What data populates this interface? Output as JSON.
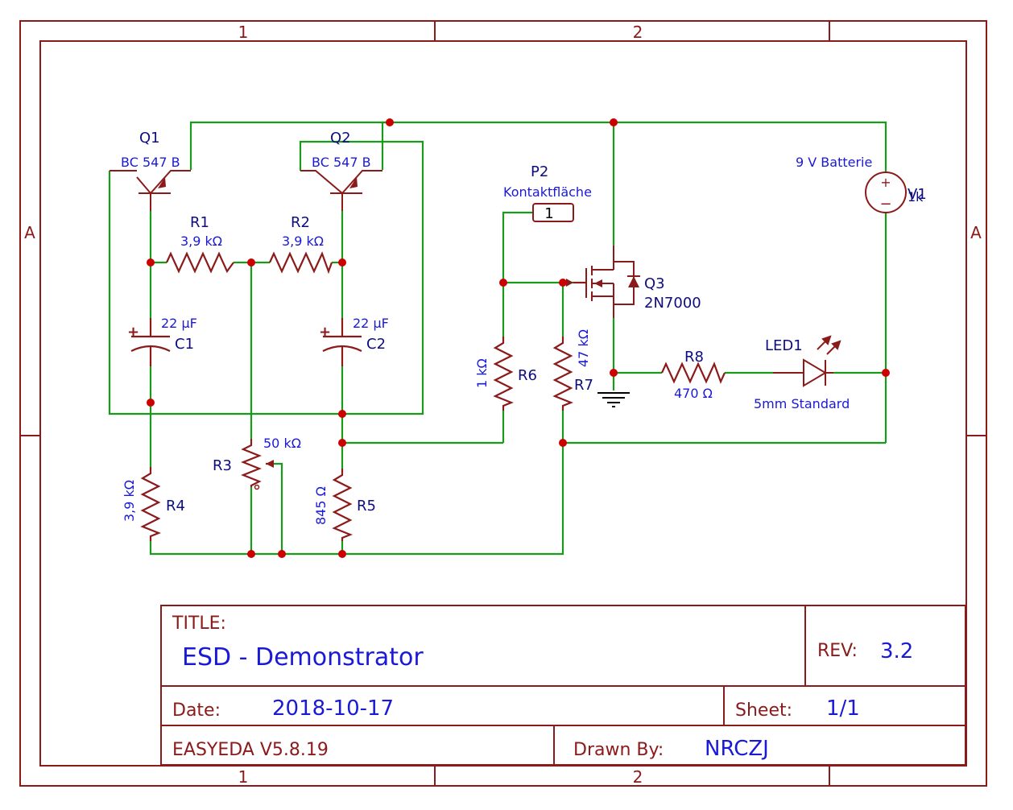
{
  "colors": {
    "frame": "#8b1a1a",
    "wire": "#1a9a1a",
    "junction": "#cc0000",
    "value_text": "#1a1ad6",
    "designator_text": "#0d0d80",
    "title_value": "#1a1ad6"
  },
  "border": {
    "cols": [
      "1",
      "2"
    ],
    "rows": [
      "A"
    ]
  },
  "components": {
    "q1": {
      "designator": "Q1",
      "value": "BC 547 B"
    },
    "q2": {
      "designator": "Q2",
      "value": "BC 547 B"
    },
    "q3": {
      "designator": "Q3",
      "value": "2N7000"
    },
    "r1": {
      "designator": "R1",
      "value": "3,9 kΩ"
    },
    "r2": {
      "designator": "R2",
      "value": "3,9 kΩ"
    },
    "r3": {
      "designator": "R3",
      "value": "50 kΩ"
    },
    "r4": {
      "designator": "R4",
      "value": "3,9 kΩ"
    },
    "r5": {
      "designator": "R5",
      "value": "845 Ω"
    },
    "r6": {
      "designator": "R6",
      "value": "1 kΩ"
    },
    "r7": {
      "designator": "R7",
      "value": "47 kΩ"
    },
    "r8": {
      "designator": "R8",
      "value": "470 Ω"
    },
    "c1": {
      "designator": "C1",
      "value": "22 µF",
      "polarity": "+"
    },
    "c2": {
      "designator": "C2",
      "value": "22 µF",
      "polarity": "+"
    },
    "p2": {
      "designator": "P2",
      "value": "Kontaktfläche",
      "pin": "1"
    },
    "led1": {
      "designator": "LED1",
      "value": "5mm Standard"
    },
    "v1": {
      "designator": "V1",
      "value": "9 V Batterie",
      "extra": "1k",
      "plus": "+",
      "minus": "−"
    }
  },
  "title_block": {
    "title_label": "TITLE:",
    "title": "ESD - Demonstrator",
    "rev_label": "REV:",
    "rev": "3.2",
    "date_label": "Date:",
    "date": "2018-10-17",
    "sheet_label": "Sheet:",
    "sheet": "1/1",
    "software": "EASYEDA V5.8.19",
    "drawn_label": "Drawn By:",
    "drawn_by": "NRCZJ"
  }
}
